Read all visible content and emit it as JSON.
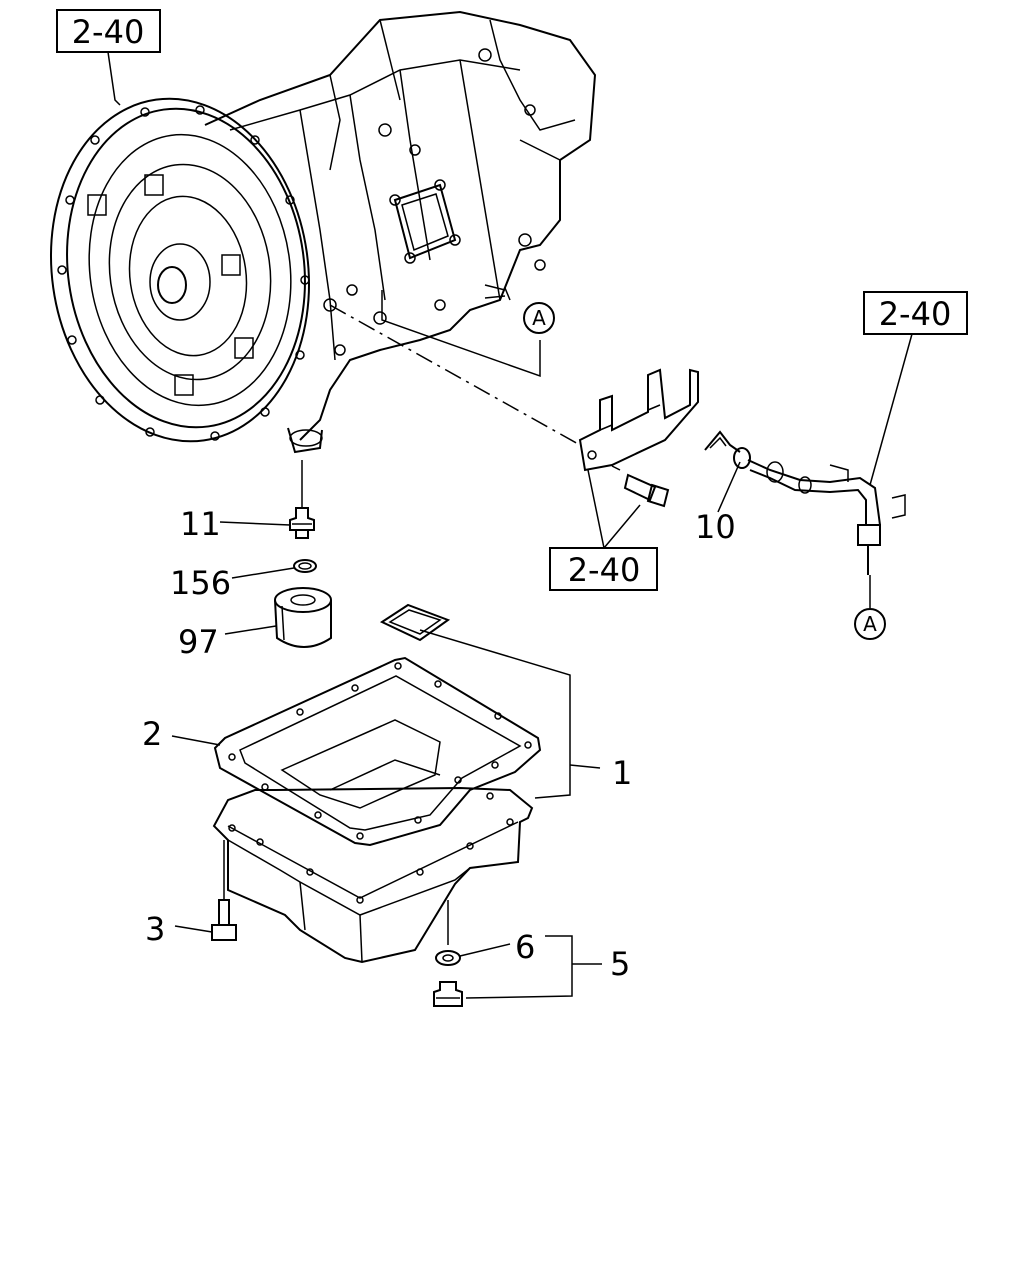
{
  "reference_boxes": {
    "top_left": "2-40",
    "right": "2-40",
    "bracket": "2-40"
  },
  "markers": {
    "upper": "A",
    "lower": "A"
  },
  "part_labels": {
    "p1": "1",
    "p2": "2",
    "p3": "3",
    "p5": "5",
    "p6": "6",
    "p10": "10",
    "p11": "11",
    "p97": "97",
    "p156": "156"
  }
}
